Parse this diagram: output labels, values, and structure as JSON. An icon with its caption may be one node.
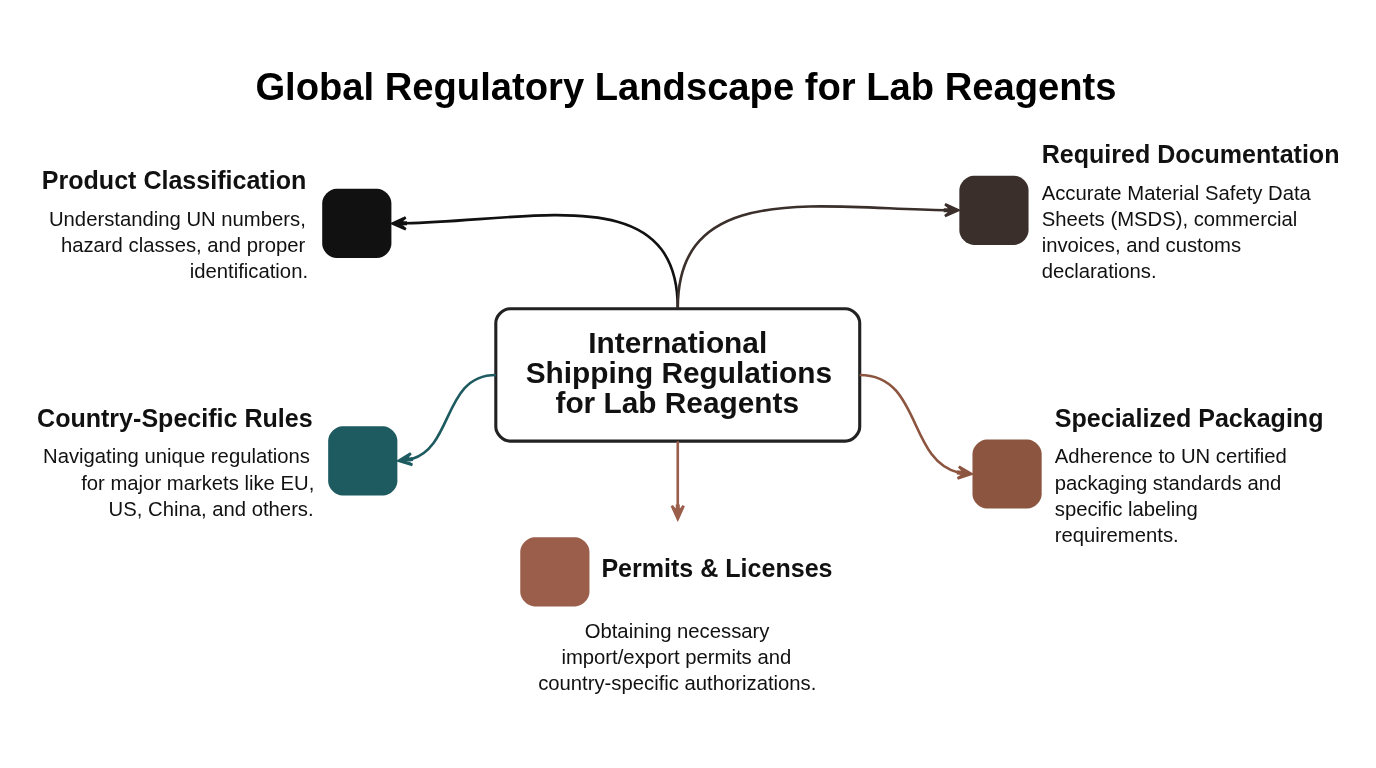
{
  "diagram": {
    "title": "Global Regulatory Landscape for Lab Reagents",
    "nodes": [
      {
        "text": [
          "International Shipping Regulations for Lab Reagents"
        ]
      },
      {
        "text": [
          "Product Classification",
          "Understanding UN numbers, hazard classes, and proper identification."
        ]
      },
      {
        "text": [
          "Required Documentation",
          "Accurate Material Safety Data Sheets (MSDS), commercial invoices, and customs declarations."
        ]
      },
      {
        "text": [
          "Country-Specific Rules",
          "Navigating unique regulations for major markets like EU, US, China, and others."
        ]
      },
      {
        "text": [
          "Specialized Packaging",
          "Adherence to UN certified packaging standards and specific labeling requirements."
        ]
      },
      {
        "text": [
          "Permits & Licenses",
          "Obtaining necessary import/export permits and country-specific authorizations."
        ]
      }
    ],
    "edges": [
      {
        "from": 0,
        "to": 1,
        "arrow": "to",
        "color": "#111111"
      },
      {
        "from": 0,
        "to": 2,
        "arrow": "to",
        "color": "#3a2f2b"
      },
      {
        "from": 0,
        "to": 3,
        "arrow": "to",
        "color": "#1d5b60"
      },
      {
        "from": 0,
        "to": 4,
        "arrow": "to",
        "color": "#8c5540"
      },
      {
        "from": 0,
        "to": 5,
        "arrow": "to",
        "color": "#9a5e4a"
      }
    ]
  }
}
